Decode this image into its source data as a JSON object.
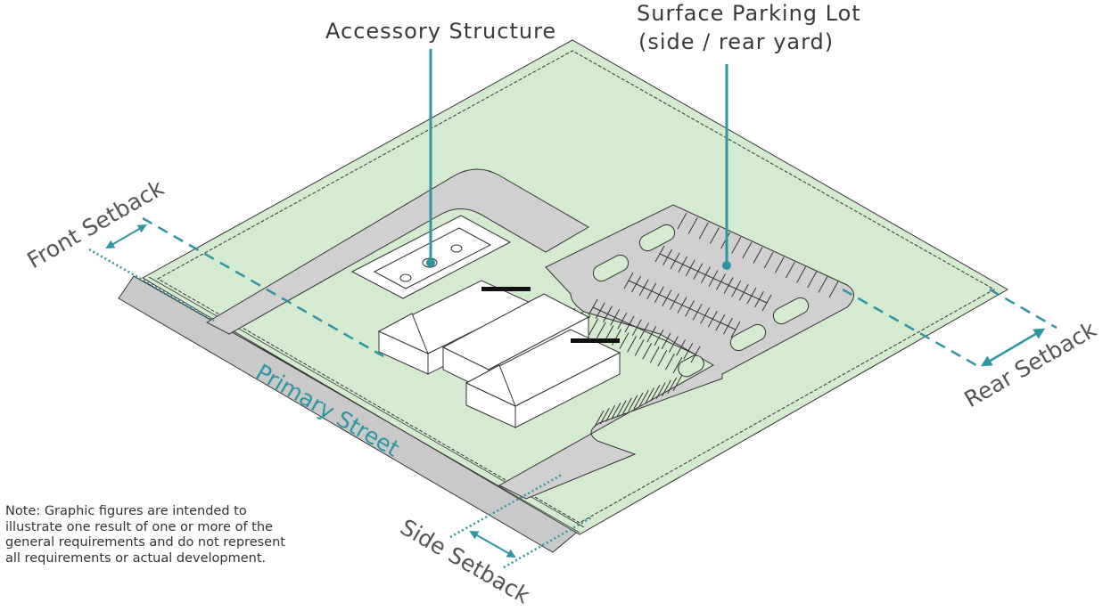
{
  "colors": {
    "lot": "#d5ebcf",
    "pavement": "#d0d0d0",
    "street": "#c9c9c9",
    "accent": "#2f95a2",
    "label_text": "#3a3a3a",
    "outline": "#333333"
  },
  "labels": {
    "accessory_structure": "Accessory Structure",
    "parking_line1": "Surface Parking Lot",
    "parking_line2": "(side / rear yard)",
    "front_setback": "Front Setback",
    "rear_setback": "Rear Setback",
    "side_setback": "Side Setback",
    "primary_street": "Primary Street"
  },
  "note": "Note: Graphic figures are intended to illustrate one result of one or more of the general requirements and do not represent all requirements or actual development."
}
